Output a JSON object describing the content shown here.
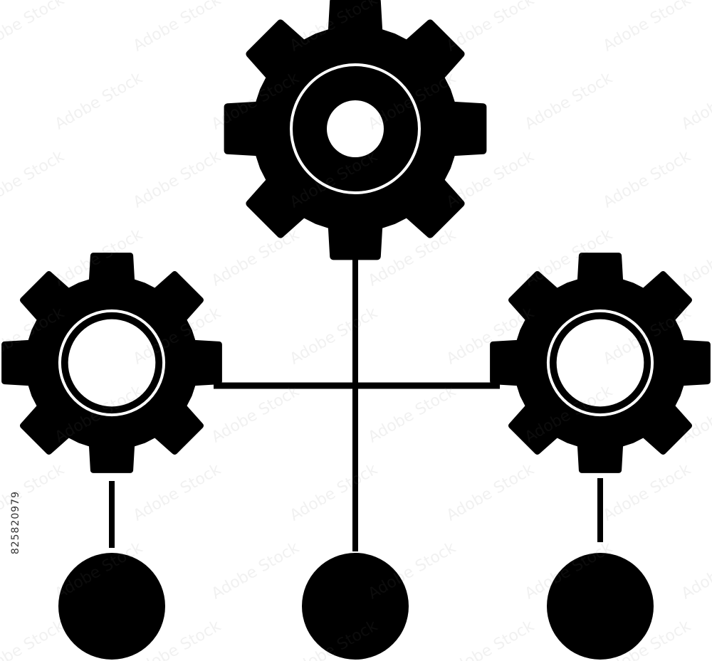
{
  "image": {
    "stock_id": "825820979",
    "watermark_text": "Adobe Stock",
    "colors": {
      "foreground": "#000000",
      "background": "#ffffff"
    }
  },
  "icons": {
    "top_gear": "gear-icon",
    "left_gear": "gear-icon",
    "right_gear": "gear-icon",
    "nodes": [
      "node-circle",
      "node-circle",
      "node-circle"
    ]
  }
}
